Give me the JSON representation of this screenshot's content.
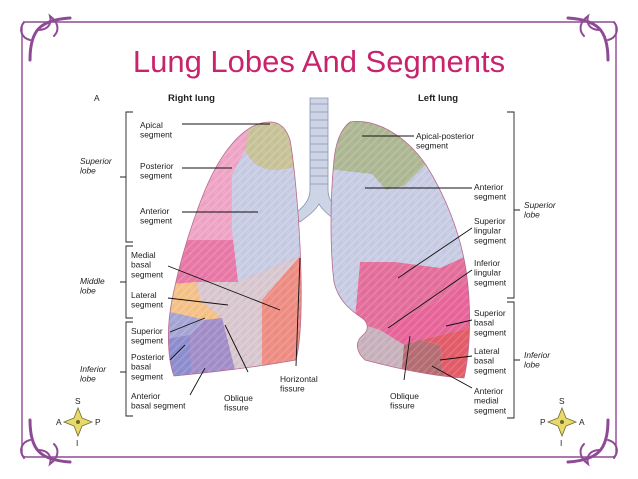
{
  "title": "Lung Lobes And Segments",
  "panel_letter": "A",
  "right_lung": {
    "heading": "Right lung",
    "lobes": {
      "superior": "Superior\nlobe",
      "middle": "Middle\nlobe",
      "inferior": "Inferior\nlobe"
    },
    "segments": {
      "apical": "Apical\nsegment",
      "posterior": "Posterior\nsegment",
      "anterior": "Anterior\nsegment",
      "medial_basal": "Medial\nbasal\nsegment",
      "lateral": "Lateral\nsegment",
      "superior": "Superior\nsegment",
      "posterior_basal": "Posterior\nbasal\nsegment",
      "anterior_basal": "Anterior\nbasal segment"
    },
    "fissures": {
      "oblique": "Oblique\nfissure",
      "horizontal": "Horizontal\nfissure"
    }
  },
  "left_lung": {
    "heading": "Left lung",
    "lobes": {
      "superior": "Superior\nlobe",
      "inferior": "Inferior\nlobe"
    },
    "segments": {
      "apical_posterior": "Apical-posterior\nsegment",
      "anterior": "Anterior\nsegment",
      "superior_lingular": "Superior\nlingular\nsegment",
      "inferior_lingular": "Inferior\nlingular\nsegment",
      "superior_basal": "Superior\nbasal\nsegment",
      "lateral_basal": "Lateral\nbasal\nsegment",
      "anterior_medial": "Anterior\nmedial\nsegment"
    },
    "fissures": {
      "oblique": "Oblique\nfissure"
    }
  },
  "compass_left": {
    "top": "S",
    "bottom": "I",
    "left": "A",
    "right": "P"
  },
  "compass_right": {
    "top": "S",
    "bottom": "I",
    "left": "P",
    "right": "A"
  },
  "colors": {
    "title": "#c8246e",
    "frame": "#8e4a94",
    "apical": "#c9c39a",
    "posterior": "#f0a6c6",
    "anterior": "#c9cde4",
    "pink": "#e87aa8",
    "salmon": "#ee8e84",
    "medial_basal": "#d9c8cf",
    "lateral": "#f5c38a",
    "superior": "#a7a7d6",
    "posterior_basal": "#8f8fcf",
    "anterior_basal": "#a38fc9",
    "apical_posterior": "#aeb895",
    "lingula": "#e4709c",
    "superior_basal": "#c8b2bd",
    "lateral_basal": "#b56e74",
    "anterior_medial": "#e25e6a",
    "trachea": "#cdd4e6"
  }
}
